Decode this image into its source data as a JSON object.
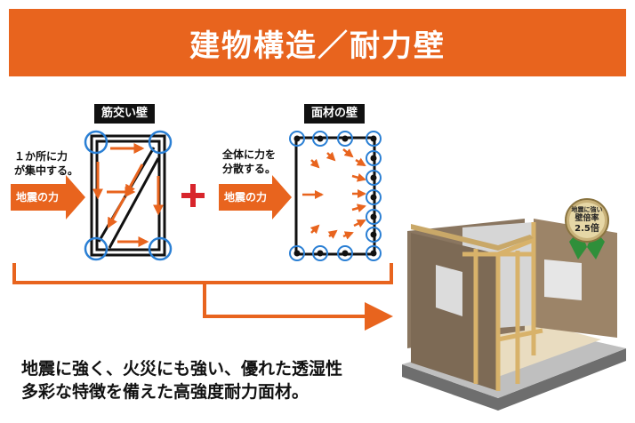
{
  "header": {
    "title": "建物構造／耐力壁"
  },
  "diagram_left": {
    "label": "筋交い壁",
    "note_line1": "１か所に力",
    "note_line2": "が集中する。",
    "force_label": "地震の力"
  },
  "diagram_right": {
    "label": "面材の壁",
    "note_line1": "全体に力を",
    "note_line2": "分散する。",
    "force_label": "地震の力"
  },
  "caption": {
    "line1": "地震に強く、火災にも強い、優れた透湿性",
    "line2": "多彩な特徴を備えた高強度耐力面材。"
  },
  "badge": {
    "line1": "地震に強い",
    "line2": "壁倍率",
    "line3": "2.5倍"
  },
  "colors": {
    "accent": "#e8641e",
    "circle": "#2a7fd4",
    "plus": "#d8252c",
    "frame": "#111111"
  }
}
